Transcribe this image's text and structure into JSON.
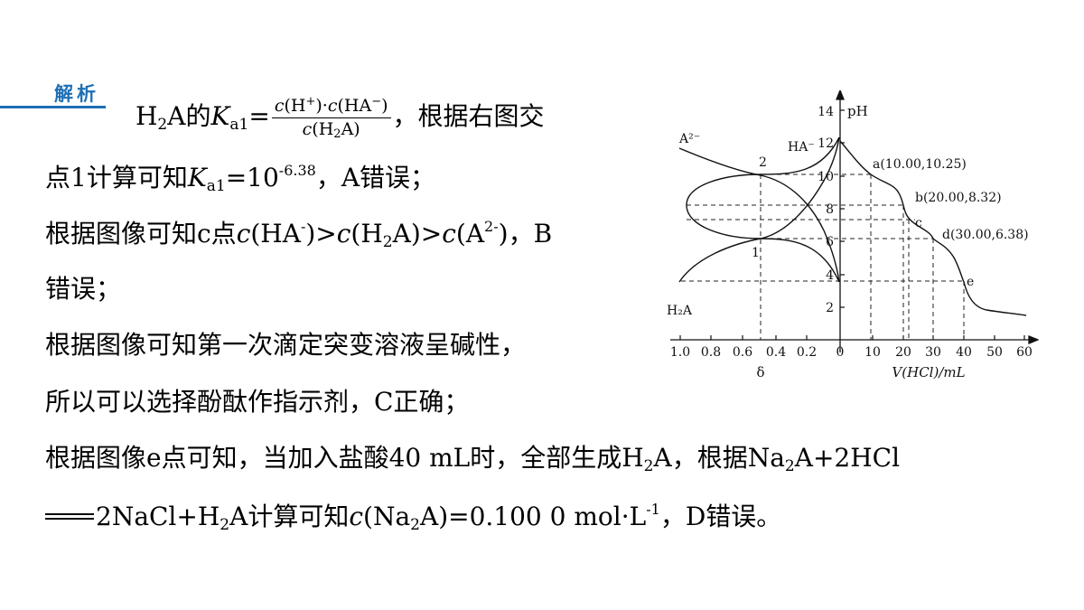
{
  "header": {
    "tag": "解析"
  },
  "line1": {
    "pre": "H",
    "sub2": "2",
    "a_de": "A的",
    "K": "K",
    "ksub": "a1",
    "eq": "=",
    "num_c1": "c",
    "num_h": "(H",
    "num_plus": "+",
    "num_mid": ")·",
    "num_c2": "c",
    "num_ha": "(HA",
    "num_minus": "−",
    "num_close": ")",
    "den_c": "c",
    "den_h": "(H",
    "den_sub": "2",
    "den_a": "A)",
    "tail": "，根据右图交"
  },
  "line2": {
    "t1": "点1计算可知",
    "K": "K",
    "ksub": "a1",
    "t2": "=10",
    "exp": "-6.38",
    "t3": "，A错误；"
  },
  "line3": {
    "t1": "根据图像可知c点",
    "c1": "c",
    "t2": "(HA",
    "s1": "-",
    "t3": ")>",
    "c2": "c",
    "t4": "(H",
    "sub": "2",
    "t5": "A)>",
    "c3": "c",
    "t6": "(A",
    "s2": "2-",
    "t7": ")，B"
  },
  "line4": {
    "t": "错误；"
  },
  "line5": {
    "t": "根据图像可知第一次滴定突变溶液呈碱性，"
  },
  "line6": {
    "t": "所以可以选择酚酞作指示剂，C正确；"
  },
  "line7": {
    "t1": "根据图像e点可知，当加入盐酸40 mL时，全部生成H",
    "s1": "2",
    "t2": "A，根据Na",
    "s2": "2",
    "t3": "A+2HCl"
  },
  "line8": {
    "t1": "2NaCl+H",
    "s1": "2",
    "t2": "A计算可知",
    "c": "c",
    "t3": "(Na",
    "s2": "2",
    "t4": "A)=0.100 0 mol·L",
    "exp": "-1",
    "t5": "，D错误。"
  },
  "figure": {
    "labels": {
      "ph": "pH",
      "delta": "δ",
      "v_axis": "V(HCl)/mL",
      "a2": "A²⁻",
      "ha": "HA⁻",
      "h2a": "H₂A",
      "p1": "1",
      "p2": "2",
      "pa": "a(10.00,10.25)",
      "pb": "b(20.00,8.32)",
      "pc": "c",
      "pd": "d(30.00,6.38)",
      "pe": "e"
    },
    "y_ticks": [
      "2",
      "4",
      "6",
      "8",
      "10",
      "12",
      "14"
    ],
    "left_ticks": [
      "1.0",
      "0.8",
      "0.6",
      "0.4",
      "0.2"
    ],
    "zero": "0",
    "right_ticks": [
      "10",
      "20",
      "30",
      "40",
      "50",
      "60"
    ]
  }
}
